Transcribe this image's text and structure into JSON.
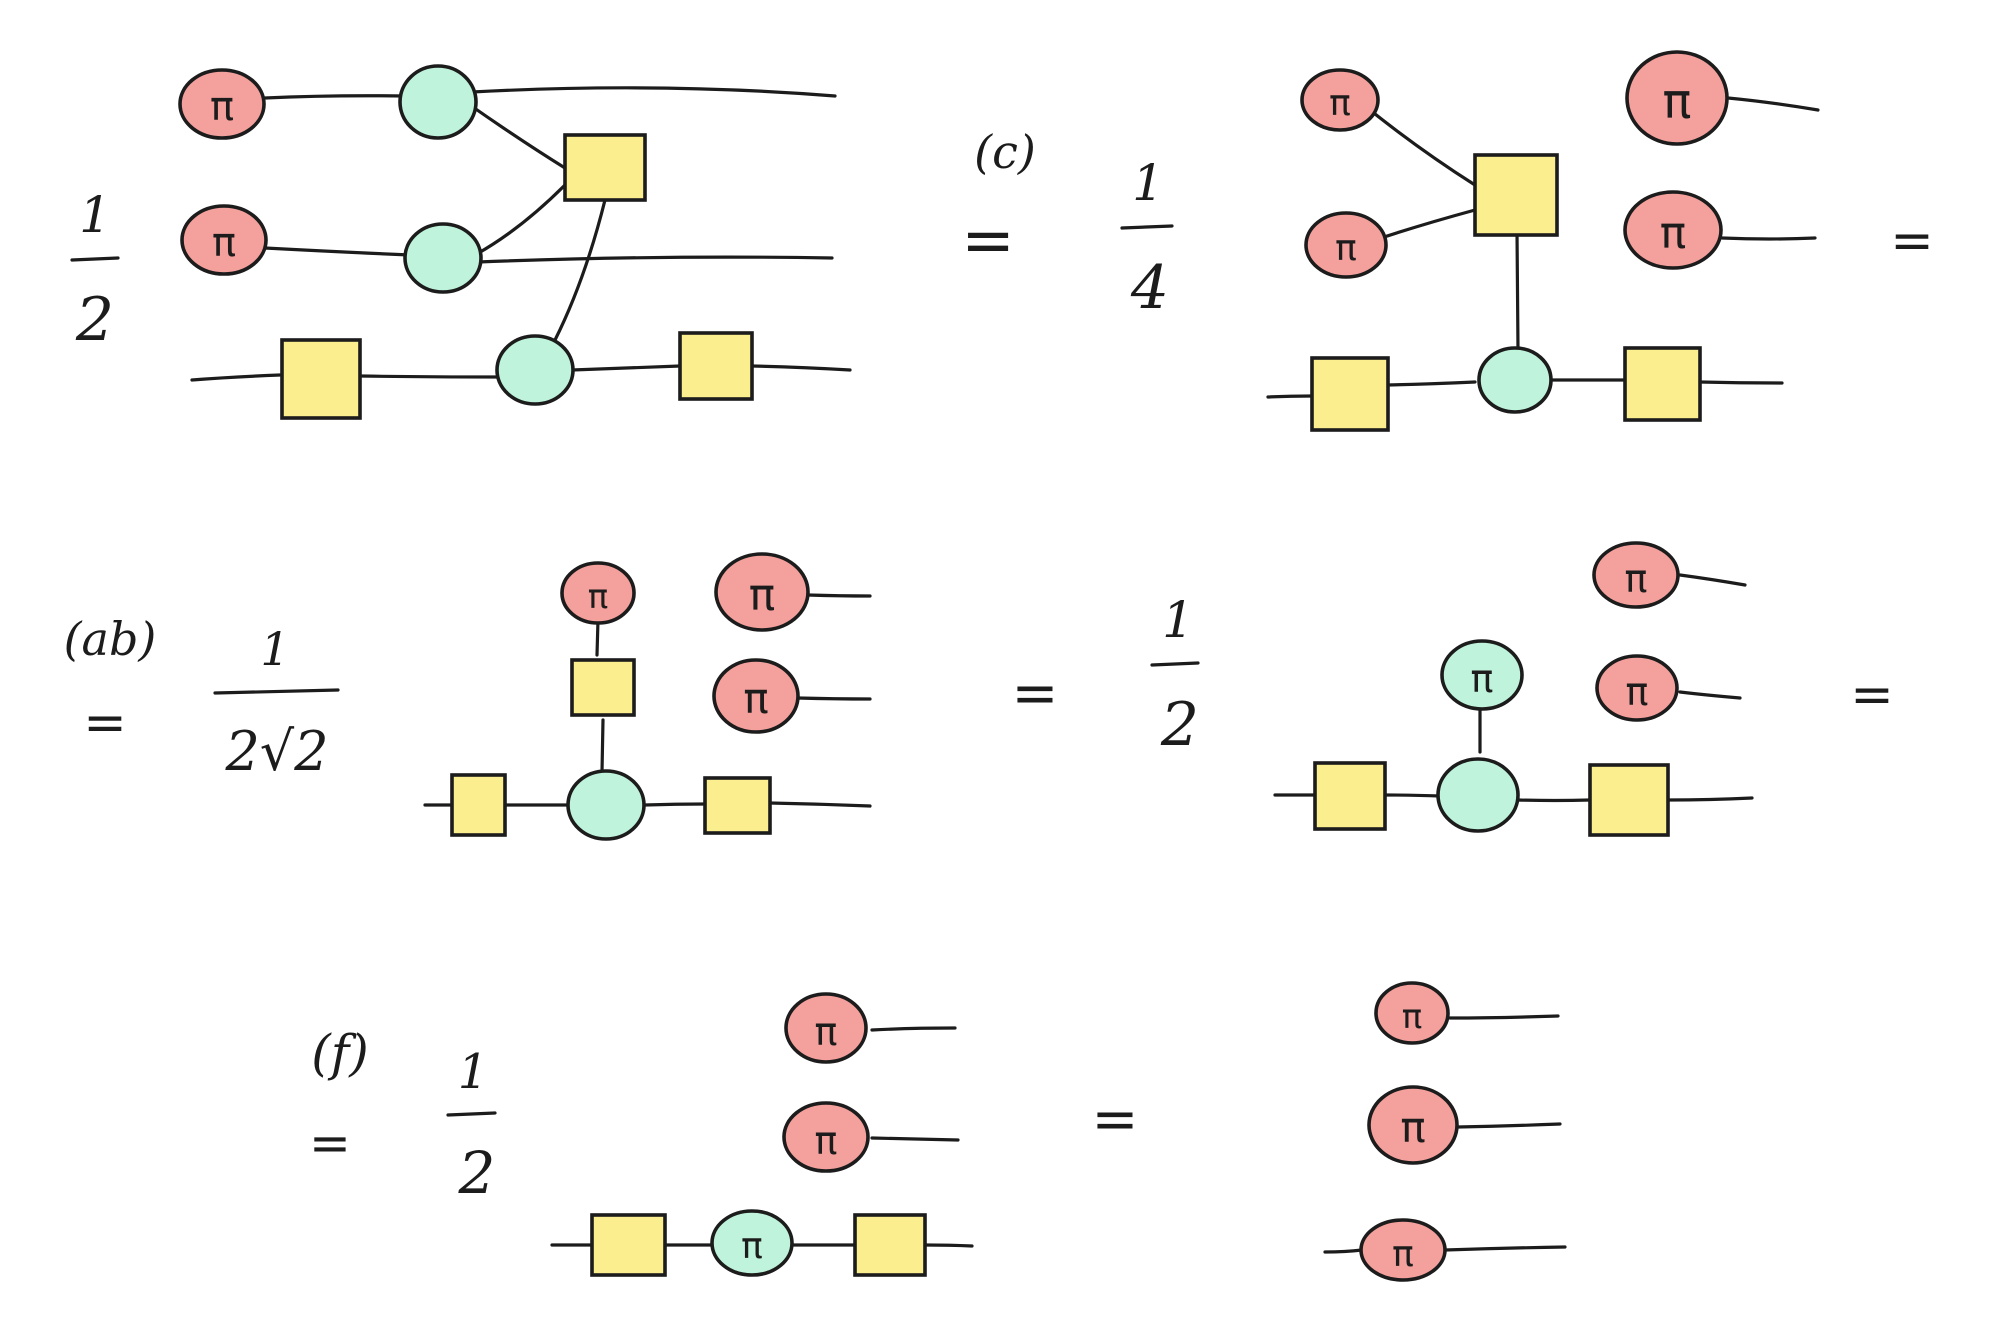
{
  "colors": {
    "red_spider": "#f4a09c",
    "green_spider": "#bff3dc",
    "hadamard": "#fbee8e",
    "ink": "#1c1c1c"
  },
  "labels": {
    "phase": "π",
    "equals": "=",
    "step_c": "(c)",
    "step_ab": "(ab)",
    "step_f": "(f)"
  },
  "scalars": {
    "one": "1",
    "two": "2",
    "four": "4",
    "two_root_two": "2√2"
  }
}
